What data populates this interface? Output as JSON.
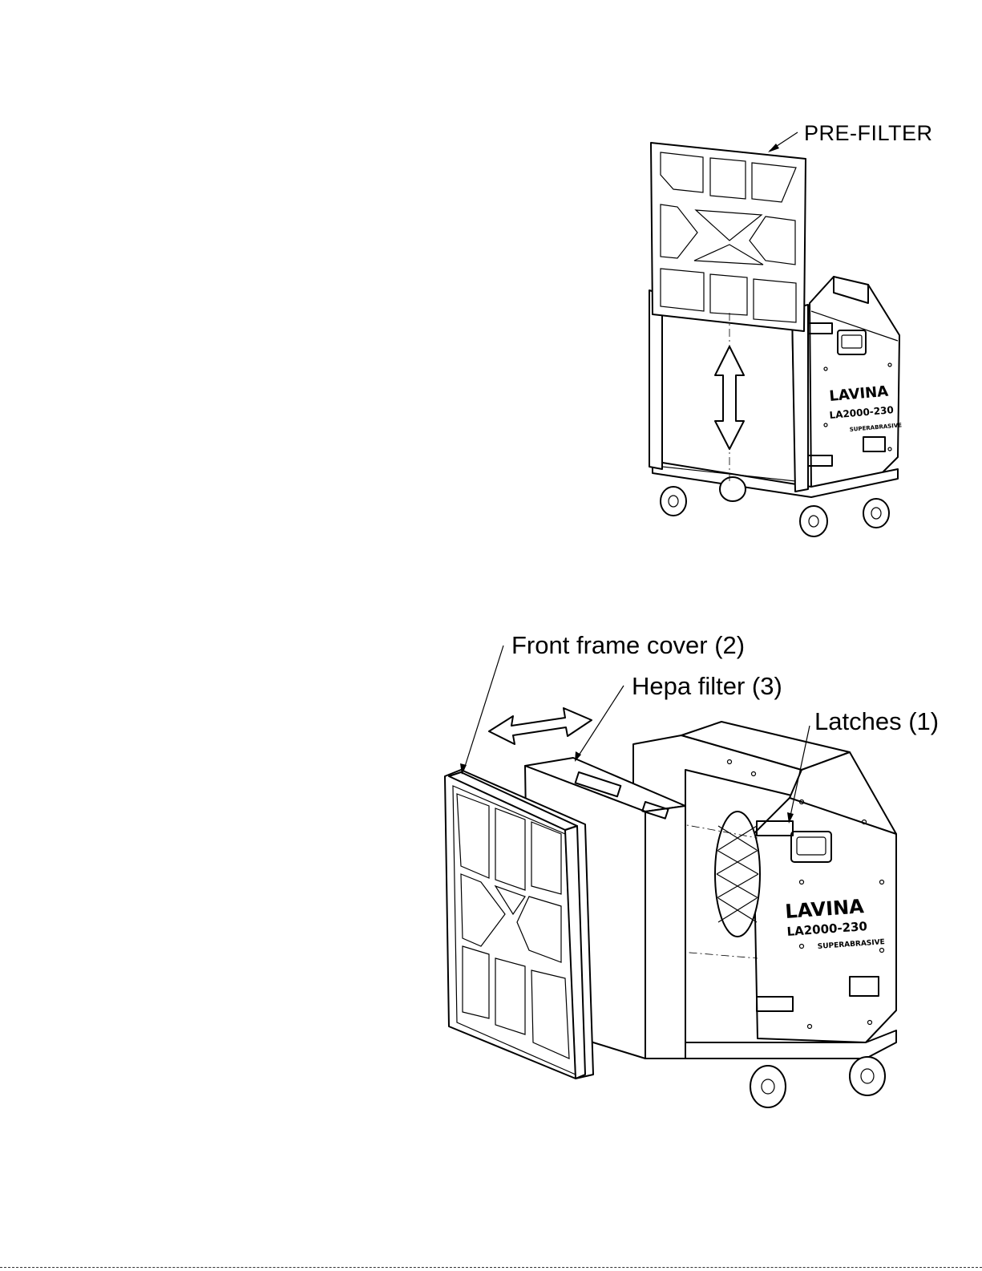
{
  "figure_top": {
    "callout_prefilter": "PRE-FILTER",
    "brand_logo": "LAVINA",
    "model_logo": "LA2000-230",
    "maker_logo": "SUPERABRASIVE"
  },
  "figure_bottom": {
    "callout_front_frame": "Front frame cover (2)",
    "callout_hepa": "Hepa filter (3)",
    "callout_latches": "Latches (1)",
    "brand_logo": "LAVINA",
    "model_logo": "LA2000-230",
    "maker_logo": "SUPERABRASIVE"
  }
}
